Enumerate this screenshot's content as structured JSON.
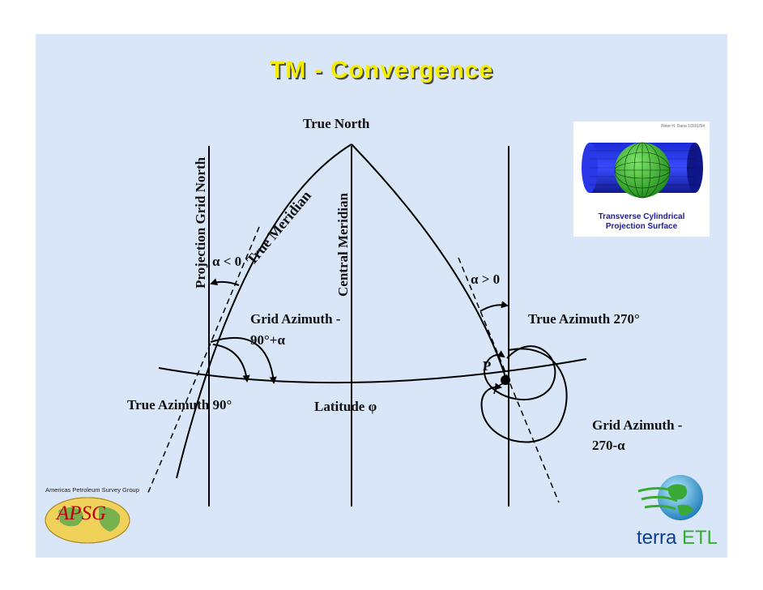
{
  "slide": {
    "title": "TM - Convergence"
  },
  "diagram": {
    "true_north": "True North",
    "projection_grid_north": "Projection Grid North",
    "true_meridian": "True Meridian",
    "central_meridian": "Central Meridian",
    "alpha_neg": "α < 0",
    "alpha_pos": "α > 0",
    "grid_azimuth_left_1": "Grid Azimuth -",
    "grid_azimuth_left_2": "90°+α",
    "true_azimuth_90": "True Azimuth  90°",
    "latitude": "Latitude φ",
    "point_p": "P",
    "true_azimuth_270": "True Azimuth 270°",
    "grid_azimuth_right_1": "Grid Azimuth -",
    "grid_azimuth_right_2": "270-α"
  },
  "inset": {
    "caption_line1": "Transverse Cylindrical",
    "caption_line2": "Projection Surface",
    "credit": "Peter H. Dana 1/20/1/94"
  },
  "logos": {
    "apsg_name": "Americas Petroleum Survey Group",
    "apsg_acronym": "APSG",
    "etl_terra": "terra",
    "etl_suffix": "ETL"
  },
  "colors": {
    "background": "#d8e6f7",
    "title": "#f5ee00",
    "inset_caption": "#1a1aa8",
    "apsg_red": "#c00010",
    "etl_blue": "#0b3d91",
    "etl_green": "#3aa935"
  }
}
